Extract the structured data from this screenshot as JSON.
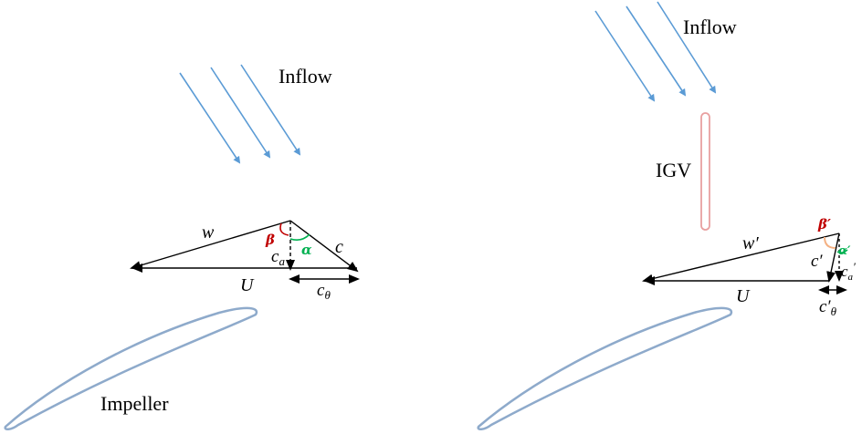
{
  "left_panel": {
    "inflow_label": "Inflow",
    "impeller_label": "Impeller",
    "w_label": "w",
    "U_label": "U",
    "c_label": "c",
    "ca_main": "c",
    "ca_sub": "a",
    "ctheta_main": "c",
    "ctheta_sub": "θ",
    "beta_label": "β",
    "alpha_label": "α"
  },
  "right_panel": {
    "inflow_label": "Inflow",
    "igv_label": "IGV",
    "w_label": "w′",
    "U_label": "U",
    "c_label": "c′",
    "ca_main": "c",
    "ca_sub": "a",
    "ca_prime": "′",
    "ctheta_main": "c′",
    "ctheta_sub": "θ",
    "beta_label": "β′",
    "alpha_label": "α′"
  },
  "colors": {
    "inflow_arrow": "#5b9bd5",
    "blade_outline": "#8eaacb",
    "igv_outline": "#e8a0a0",
    "beta_color": "#c00000",
    "alpha_color": "#00b050",
    "beta_prime_arc": "#f4b183"
  }
}
